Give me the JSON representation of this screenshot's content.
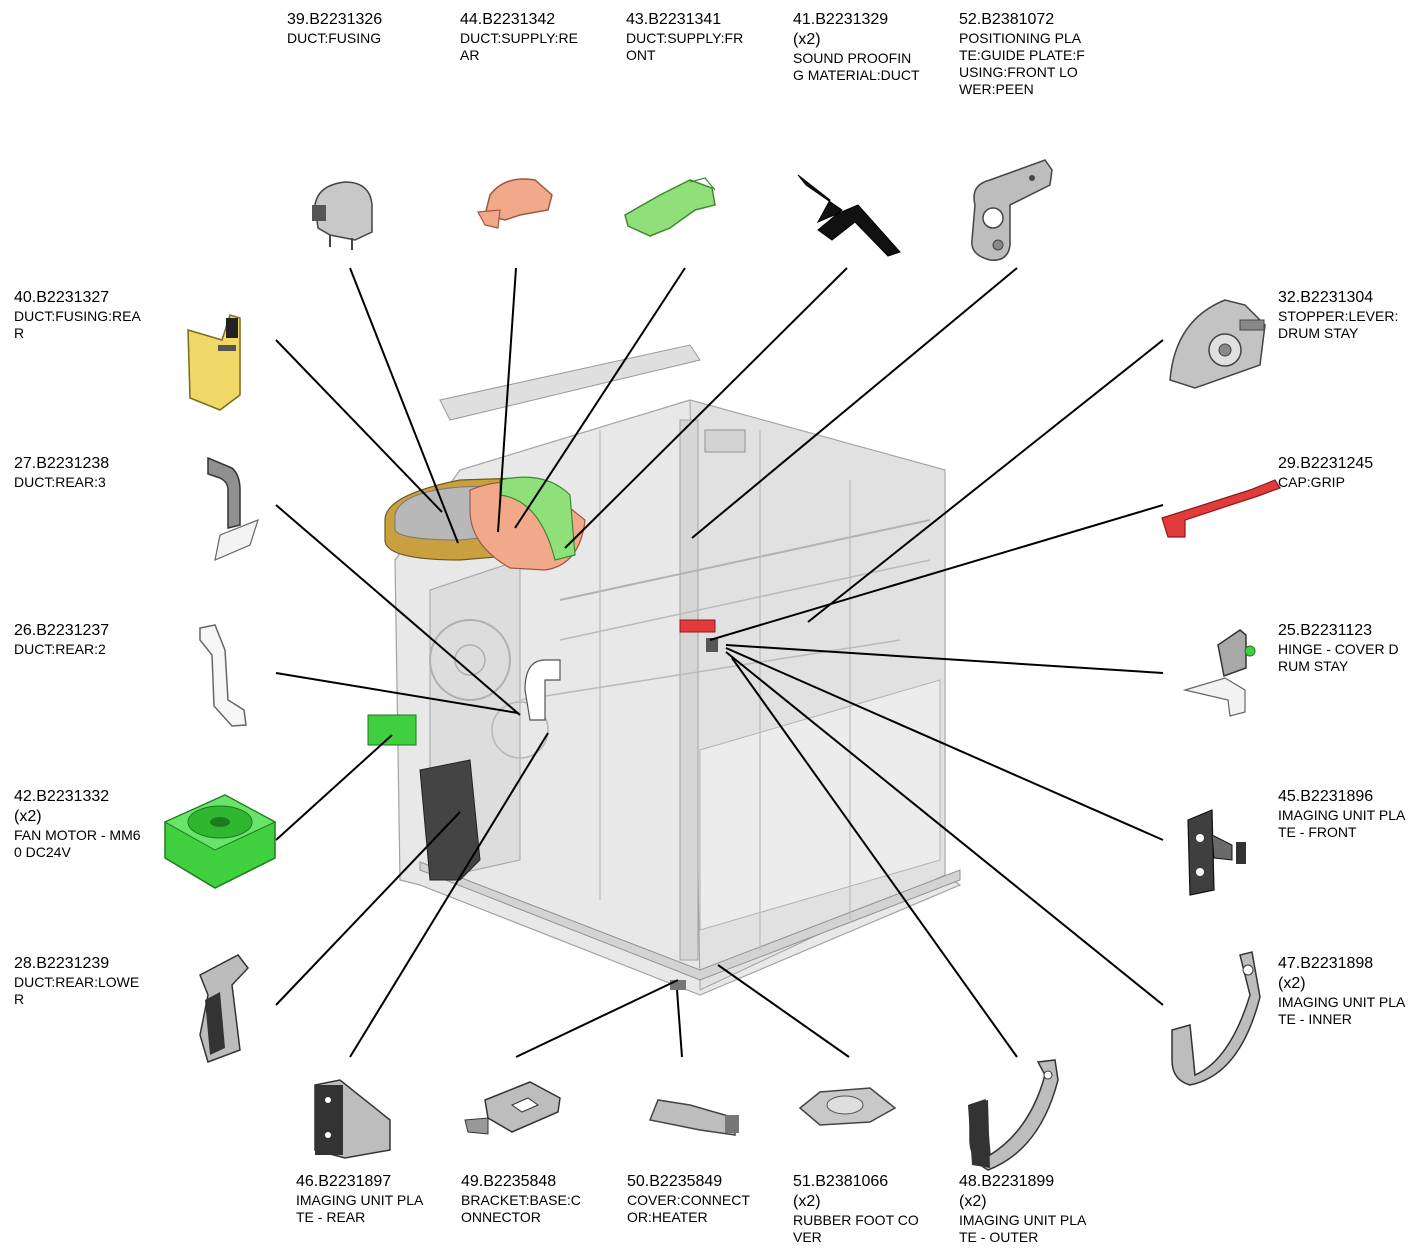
{
  "parts": [
    {
      "id": "p39",
      "num": "39.B2231326",
      "qty": "",
      "desc1": "DUCT:FUSING",
      "desc2": "",
      "desc3": "",
      "desc4": ""
    },
    {
      "id": "p44",
      "num": "44.B2231342",
      "qty": "",
      "desc1": "DUCT:SUPPLY:RE",
      "desc2": "AR",
      "desc3": "",
      "desc4": ""
    },
    {
      "id": "p43",
      "num": "43.B2231341",
      "qty": "",
      "desc1": "DUCT:SUPPLY:FR",
      "desc2": "ONT",
      "desc3": "",
      "desc4": ""
    },
    {
      "id": "p41",
      "num": "41.B2231329",
      "qty": "(x2)",
      "desc1": "SOUND PROOFIN",
      "desc2": "G MATERIAL:DUCT",
      "desc3": "",
      "desc4": ""
    },
    {
      "id": "p52",
      "num": "52.B2381072",
      "qty": "",
      "desc1": "POSITIONING PLA",
      "desc2": "TE:GUIDE PLATE:F",
      "desc3": "USING:FRONT LO",
      "desc4": "WER:PEEN"
    },
    {
      "id": "p40",
      "num": "40.B2231327",
      "qty": "",
      "desc1": "DUCT:FUSING:REA",
      "desc2": "R",
      "desc3": "",
      "desc4": ""
    },
    {
      "id": "p27",
      "num": "27.B2231238",
      "qty": "",
      "desc1": "DUCT:REAR:3",
      "desc2": "",
      "desc3": "",
      "desc4": ""
    },
    {
      "id": "p26",
      "num": "26.B2231237",
      "qty": "",
      "desc1": "DUCT:REAR:2",
      "desc2": "",
      "desc3": "",
      "desc4": ""
    },
    {
      "id": "p42",
      "num": "42.B2231332",
      "qty": "(x2)",
      "desc1": "FAN MOTOR - MM6",
      "desc2": "0 DC24V",
      "desc3": "",
      "desc4": ""
    },
    {
      "id": "p28",
      "num": "28.B2231239",
      "qty": "",
      "desc1": "DUCT:REAR:LOWE",
      "desc2": "R",
      "desc3": "",
      "desc4": ""
    },
    {
      "id": "p32",
      "num": "32.B2231304",
      "qty": "",
      "desc1": "STOPPER:LEVER:",
      "desc2": "DRUM STAY",
      "desc3": "",
      "desc4": ""
    },
    {
      "id": "p29",
      "num": "29.B2231245",
      "qty": "",
      "desc1": "CAP:GRIP",
      "desc2": "",
      "desc3": "",
      "desc4": ""
    },
    {
      "id": "p25",
      "num": "25.B2231123",
      "qty": "",
      "desc1": "HINGE - COVER D",
      "desc2": "RUM STAY",
      "desc3": "",
      "desc4": ""
    },
    {
      "id": "p45",
      "num": "45.B2231896",
      "qty": "",
      "desc1": "IMAGING UNIT PLA",
      "desc2": "TE - FRONT",
      "desc3": "",
      "desc4": ""
    },
    {
      "id": "p47",
      "num": "47.B2231898",
      "qty": "(x2)",
      "desc1": "IMAGING UNIT PLA",
      "desc2": "TE - INNER",
      "desc3": "",
      "desc4": ""
    },
    {
      "id": "p46",
      "num": "46.B2231897",
      "qty": "",
      "desc1": "IMAGING UNIT PLA",
      "desc2": "TE - REAR",
      "desc3": "",
      "desc4": ""
    },
    {
      "id": "p49",
      "num": "49.B2235848",
      "qty": "",
      "desc1": "BRACKET:BASE:C",
      "desc2": "ONNECTOR",
      "desc3": "",
      "desc4": ""
    },
    {
      "id": "p50",
      "num": "50.B2235849",
      "qty": "",
      "desc1": "COVER:CONNECT",
      "desc2": "OR:HEATER",
      "desc3": "",
      "desc4": ""
    },
    {
      "id": "p51",
      "num": "51.B2381066",
      "qty": "(x2)",
      "desc1": "RUBBER FOOT CO",
      "desc2": "VER",
      "desc3": "",
      "desc4": ""
    },
    {
      "id": "p48",
      "num": "48.B2231899",
      "qty": "(x2)",
      "desc1": "IMAGING UNIT PLA",
      "desc2": "TE - OUTER",
      "desc3": "",
      "desc4": ""
    }
  ],
  "colors": {
    "fusing_duct": "#f2a98a",
    "supply_duct": "#8fe07a",
    "fusing_rear": "#f0d866",
    "fan": "#3fcf3f",
    "cap_grip": "#e23b3b",
    "metal": "#b9b9b9",
    "frame": "#d9d9d9",
    "leader": "#000000"
  }
}
